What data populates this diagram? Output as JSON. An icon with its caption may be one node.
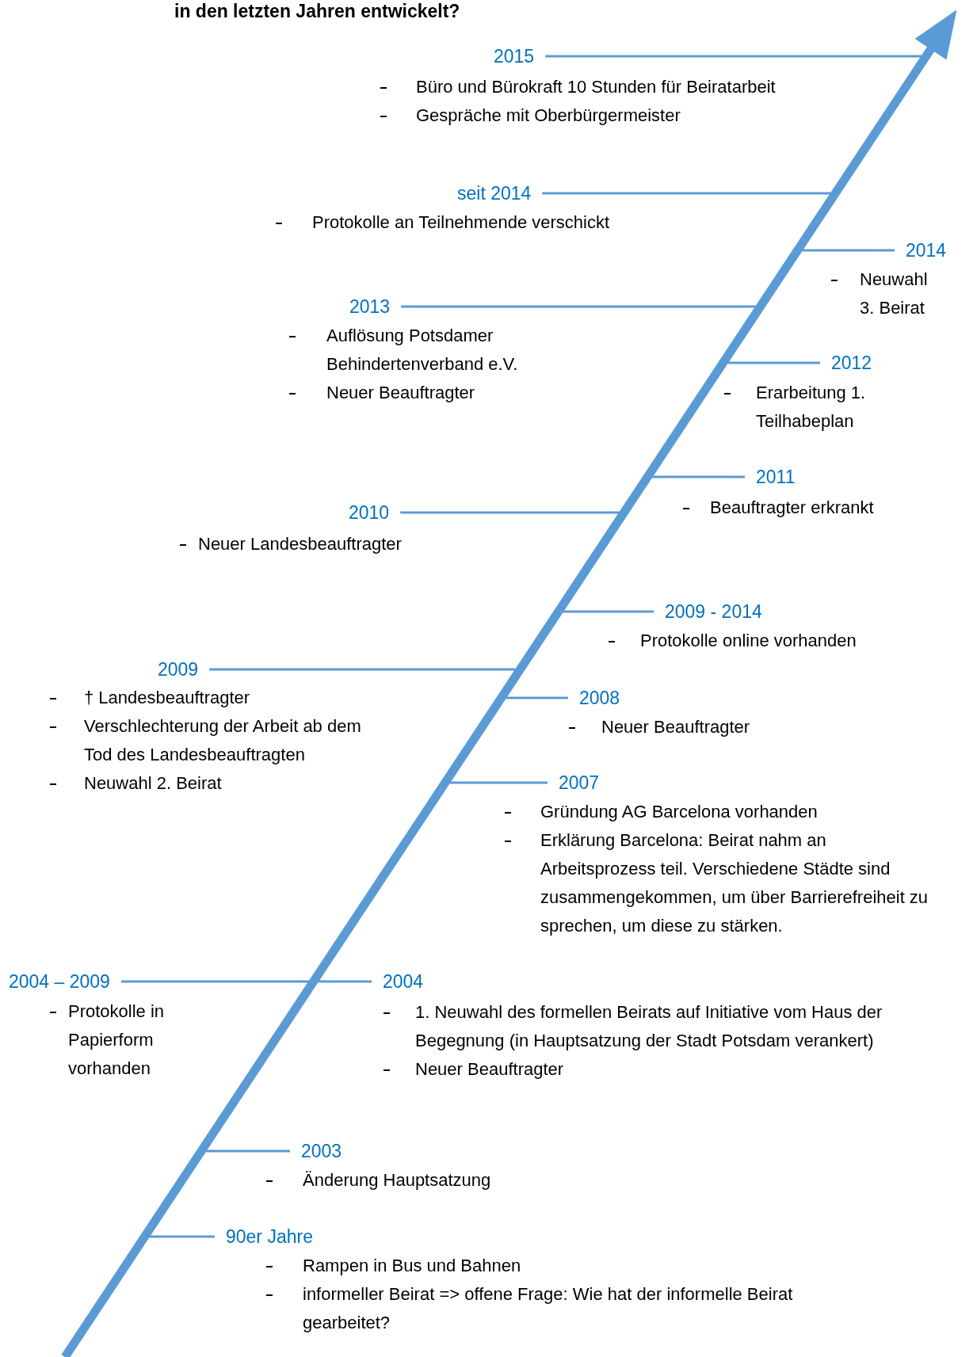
{
  "diagram": {
    "title": "in den letzten Jahren entwickelt?",
    "nodes": [
      {
        "text": [
          "2015"
        ],
        "beside": [
          "Büro und Bürokraft 10 Stunden für Beiratarbeit",
          "Gespräche mit Oberbürgermeister"
        ]
      },
      {
        "text": [
          "seit 2014"
        ],
        "beside": [
          "Protokolle an Teilnehmende verschickt"
        ]
      },
      {
        "text": [
          "2014"
        ],
        "beside": [
          "Neuwahl 3. Beirat"
        ]
      },
      {
        "text": [
          "2013"
        ],
        "beside": [
          "Auflösung Potsdamer Behindertenverband e.V.",
          "Neuer Beauftragter"
        ]
      },
      {
        "text": [
          "2012"
        ],
        "beside": [
          "Erarbeitung 1. Teilhabeplan"
        ]
      },
      {
        "text": [
          "2011"
        ],
        "beside": [
          "Beauftragter erkrankt"
        ]
      },
      {
        "text": [
          "2010"
        ],
        "beside": [
          "Neuer Landesbeauftragter"
        ]
      },
      {
        "text": [
          "2009 - 2014"
        ],
        "beside": [
          "Protokolle online vorhanden"
        ]
      },
      {
        "text": [
          "2009"
        ],
        "beside": [
          "† Landesbeauftragter",
          "Verschlechterung der Arbeit ab dem Tod des Landesbeauftragten",
          "Neuwahl 2. Beirat"
        ]
      },
      {
        "text": [
          "2008"
        ],
        "beside": [
          "Neuer Beauftragter"
        ]
      },
      {
        "text": [
          "2007"
        ],
        "beside": [
          "Gründung AG Barcelona vorhanden",
          "Erklärung Barcelona: Beirat nahm an Arbeitsprozess teil. Verschiedene Städte sind zusammengekommen, um über Barrierefreiheit zu sprechen, um diese zu stärken."
        ]
      },
      {
        "text": [
          "2004 – 2009"
        ],
        "beside": [
          "Protokolle in Papierform vorhanden"
        ]
      },
      {
        "text": [
          "2004"
        ],
        "beside": [
          "1. Neuwahl des formellen Beirats auf Initiative vom Haus der Begegnung (in Hauptsatzung der Stadt Potsdam verankert)",
          "Neuer Beauftragter"
        ]
      },
      {
        "text": [
          "2003"
        ],
        "beside": [
          "Änderung Hauptsatzung"
        ]
      },
      {
        "text": [
          "90er Jahre"
        ],
        "beside": [
          "Rampen in Bus und Bahnen",
          "informeller Beirat => offene Frage: Wie hat der informelle Beirat gearbeitet?"
        ]
      }
    ],
    "edges": [
      {
        "from": 0,
        "to": null,
        "arrow": "none"
      },
      {
        "from": 1,
        "to": null,
        "arrow": "none"
      },
      {
        "from": 2,
        "to": null,
        "arrow": "none"
      },
      {
        "from": 3,
        "to": null,
        "arrow": "none"
      },
      {
        "from": 4,
        "to": null,
        "arrow": "none"
      },
      {
        "from": 5,
        "to": null,
        "arrow": "none"
      },
      {
        "from": 6,
        "to": null,
        "arrow": "none"
      },
      {
        "from": 7,
        "to": null,
        "arrow": "none"
      },
      {
        "from": 8,
        "to": null,
        "arrow": "none"
      },
      {
        "from": 9,
        "to": null,
        "arrow": "none"
      },
      {
        "from": 10,
        "to": null,
        "arrow": "none"
      },
      {
        "from": 11,
        "to": null,
        "arrow": "none"
      },
      {
        "from": 12,
        "to": null,
        "arrow": "none"
      },
      {
        "from": 13,
        "to": null,
        "arrow": "none"
      },
      {
        "from": 14,
        "to": null,
        "arrow": "none"
      }
    ]
  }
}
